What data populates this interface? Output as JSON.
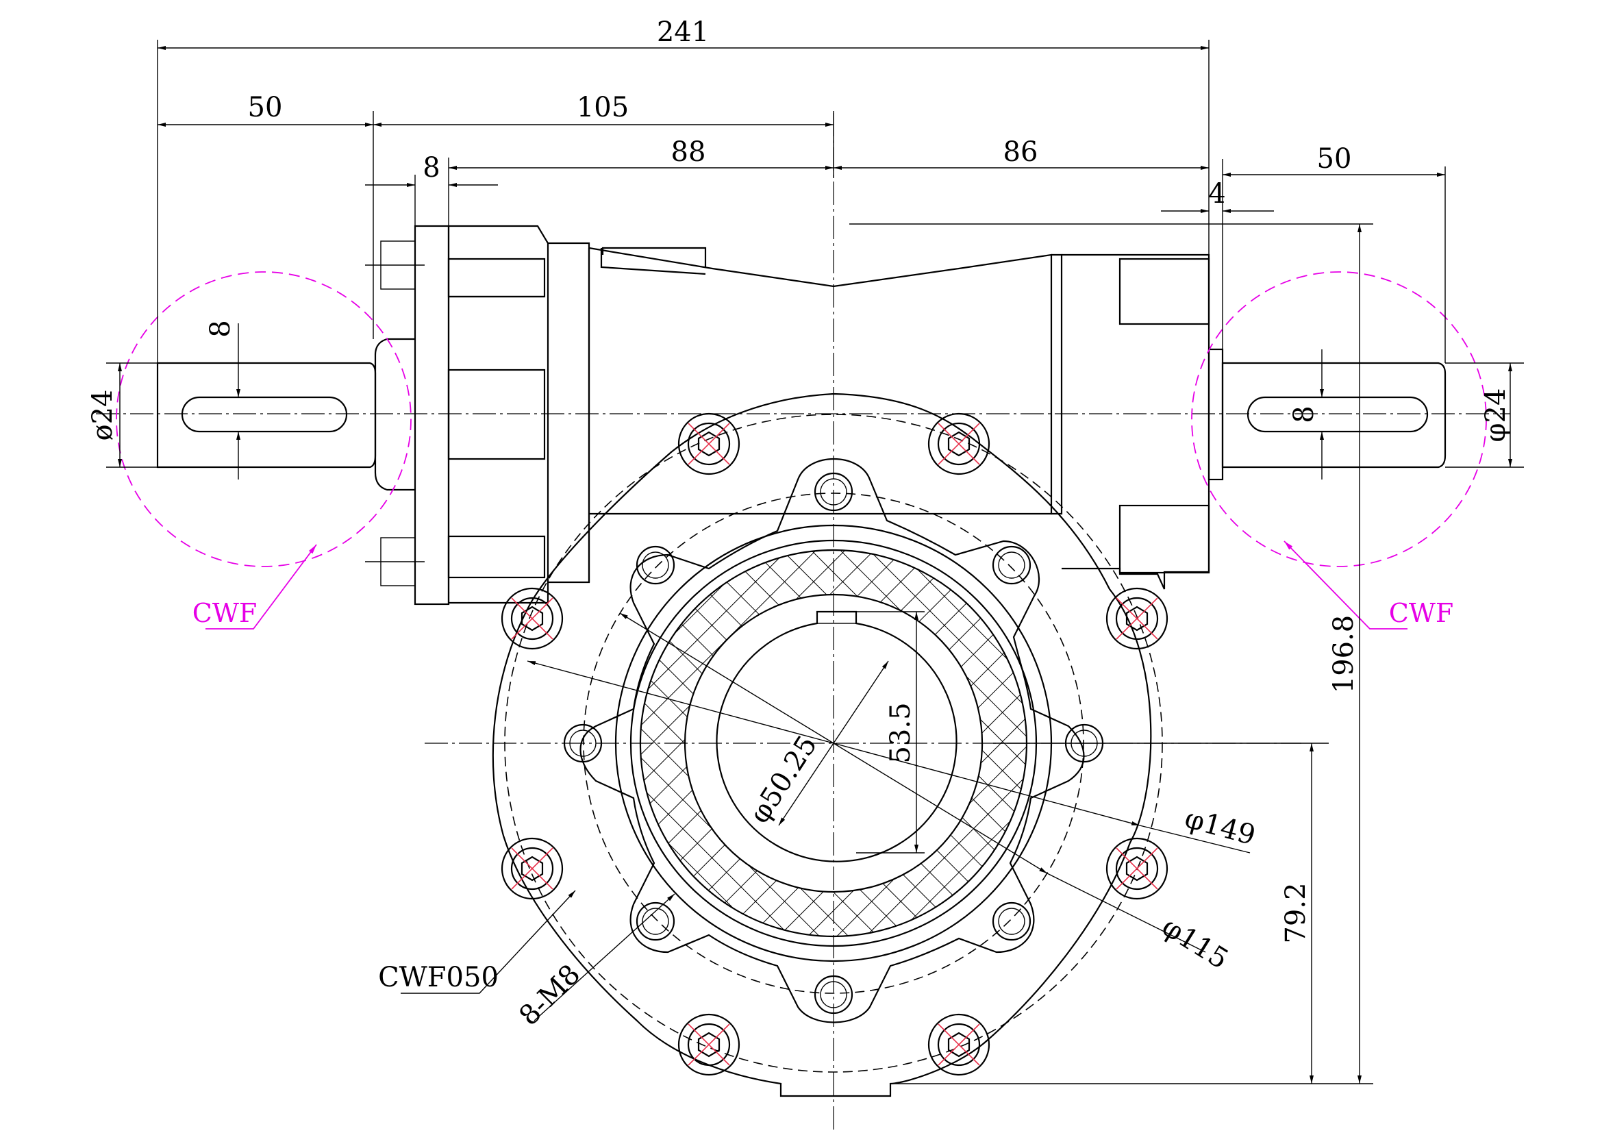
{
  "dimensions": {
    "overall_length": "241",
    "left_shaft_length": "50",
    "left_to_center": "105",
    "flange_thickness": "8",
    "flange_to_center": "88",
    "center_to_right_face": "86",
    "right_shaft_length": "50",
    "right_gap": "4",
    "left_keyway_width": "8",
    "right_keyway_width": "8",
    "left_shaft_dia": "ø24",
    "right_shaft_dia": "φ24",
    "total_height": "196.8",
    "center_height": "79.2",
    "bore_dia": "φ50.25",
    "key_depth": "53.5",
    "outer_circle_dia": "φ149",
    "bolt_circle_dia": "φ115"
  },
  "labels": {
    "left_coupling": "CWF",
    "right_coupling": "CWF",
    "flange_model": "CWF050",
    "thread_spec": "8-M8"
  },
  "colors": {
    "line": "#000000",
    "annotation": "#e600e6",
    "hole_marks": "#e8304a"
  }
}
